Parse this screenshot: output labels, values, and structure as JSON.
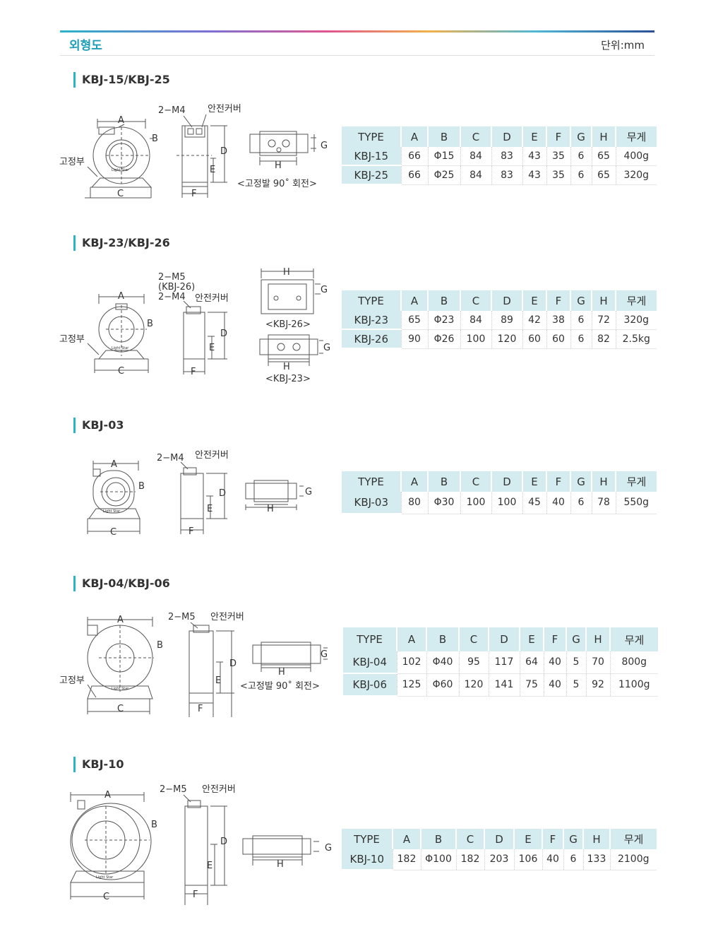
{
  "header": {
    "title": "외형도",
    "unit": "단위:mm"
  },
  "labels": {
    "fix": "고정부",
    "cover": "안전커버",
    "rot90": "<고정발 90˚ 회전>",
    "m4": "2−M4",
    "m5": "2−M5",
    "m5kbj26": "(KBJ-26)",
    "kbj26": "<KBJ-26>",
    "kbj23": "<KBJ-23>",
    "A": "A",
    "B": "B",
    "C": "C",
    "D": "D",
    "E": "E",
    "F": "F",
    "G": "G",
    "H": "H"
  },
  "sections": [
    {
      "title": "KBJ-15/KBJ-25",
      "columns": [
        "TYPE",
        "A",
        "B",
        "C",
        "D",
        "E",
        "F",
        "G",
        "H",
        "무게"
      ],
      "rows": [
        [
          "KBJ-15",
          "66",
          "Φ15",
          "84",
          "83",
          "43",
          "35",
          "6",
          "65",
          "400g"
        ],
        [
          "KBJ-25",
          "66",
          "Φ25",
          "84",
          "83",
          "43",
          "35",
          "6",
          "65",
          "320g"
        ]
      ]
    },
    {
      "title": "KBJ-23/KBJ-26",
      "columns": [
        "TYPE",
        "A",
        "B",
        "C",
        "D",
        "E",
        "F",
        "G",
        "H",
        "무게"
      ],
      "rows": [
        [
          "KBJ-23",
          "65",
          "Φ23",
          "84",
          "89",
          "42",
          "38",
          "6",
          "72",
          "320g"
        ],
        [
          "KBJ-26",
          "90",
          "Φ26",
          "100",
          "120",
          "60",
          "60",
          "6",
          "82",
          "2.5kg"
        ]
      ]
    },
    {
      "title": "KBJ-03",
      "columns": [
        "TYPE",
        "A",
        "B",
        "C",
        "D",
        "E",
        "F",
        "G",
        "H",
        "무게"
      ],
      "rows": [
        [
          "KBJ-03",
          "80",
          "Φ30",
          "100",
          "100",
          "45",
          "40",
          "6",
          "78",
          "550g"
        ]
      ]
    },
    {
      "title": "KBJ-04/KBJ-06",
      "columns": [
        "TYPE",
        "A",
        "B",
        "C",
        "D",
        "E",
        "F",
        "G",
        "H",
        "무게"
      ],
      "rows": [
        [
          "KBJ-04",
          "102",
          "Φ40",
          "95",
          "117",
          "64",
          "40",
          "5",
          "70",
          "800g"
        ],
        [
          "KBJ-06",
          "125",
          "Φ60",
          "120",
          "141",
          "75",
          "40",
          "5",
          "92",
          "1100g"
        ]
      ]
    },
    {
      "title": "KBJ-10",
      "columns": [
        "TYPE",
        "A",
        "B",
        "C",
        "D",
        "E",
        "F",
        "G",
        "H",
        "무게"
      ],
      "rows": [
        [
          "KBJ-10",
          "182",
          "Φ100",
          "182",
          "203",
          "106",
          "40",
          "6",
          "133",
          "2100g"
        ]
      ]
    }
  ]
}
